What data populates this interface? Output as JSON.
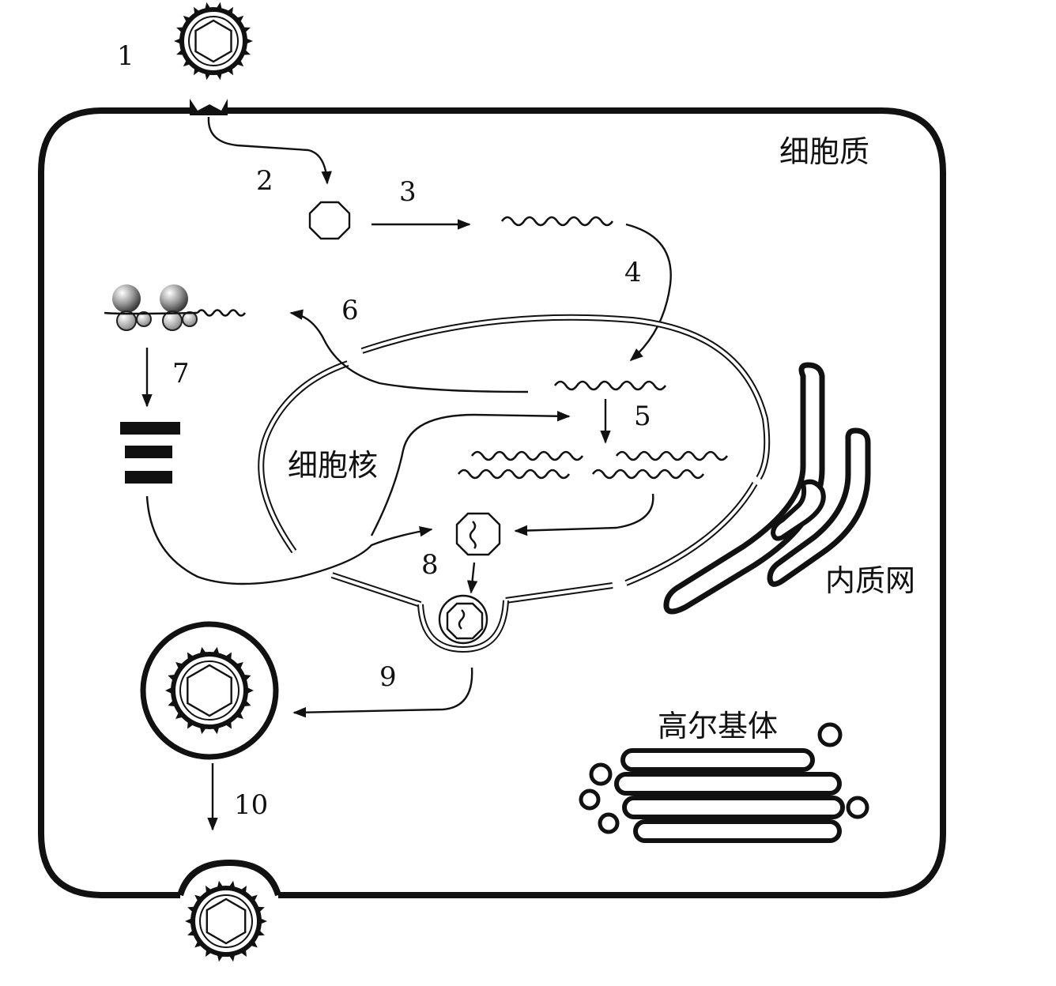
{
  "labels": {
    "cytoplasm": "细胞质",
    "nucleus": "细胞核",
    "er": "内质网",
    "golgi": "高尔基体"
  },
  "steps": {
    "s1": "1",
    "s2": "2",
    "s3": "3",
    "s4": "4",
    "s5": "5",
    "s6": "6",
    "s7": "7",
    "s8": "8",
    "s9": "9",
    "s10": "10"
  },
  "colors": {
    "ink": "#111111",
    "background": "#ffffff"
  }
}
